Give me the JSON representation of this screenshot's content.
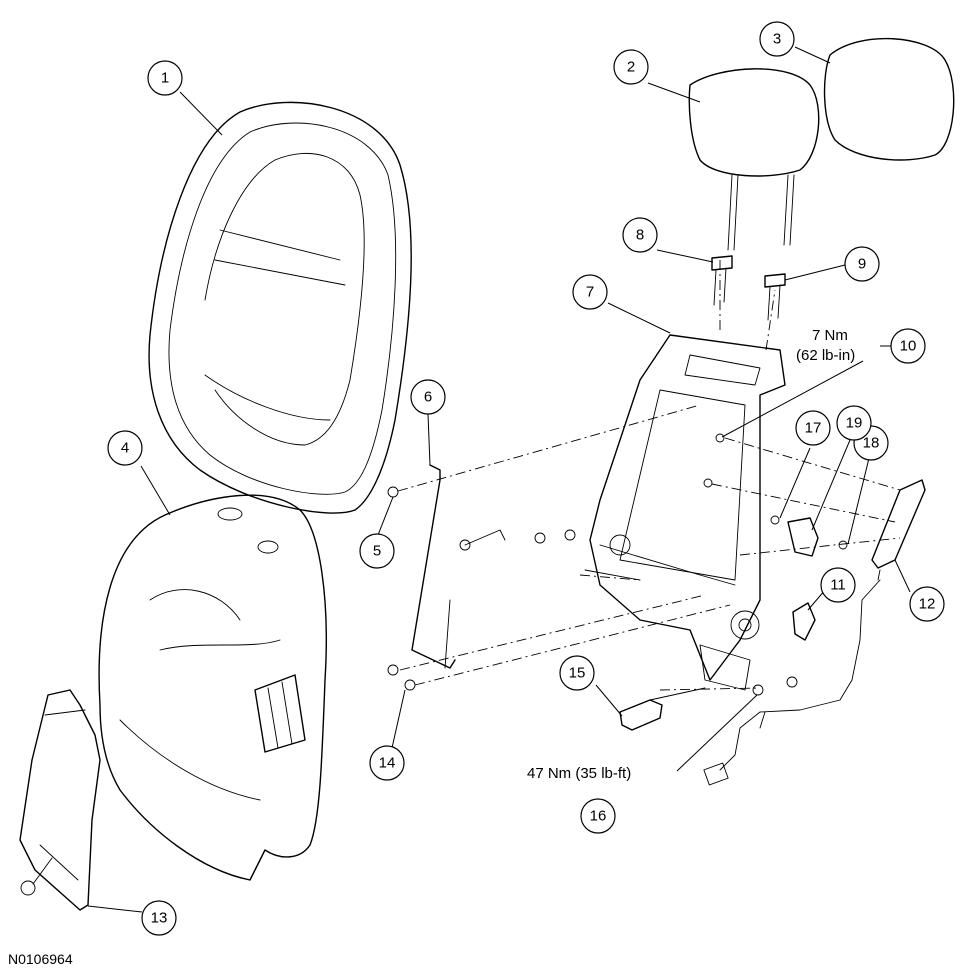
{
  "figure_id": "N0106964",
  "callouts": [
    {
      "num": "1"
    },
    {
      "num": "2"
    },
    {
      "num": "3"
    },
    {
      "num": "4"
    },
    {
      "num": "5"
    },
    {
      "num": "6"
    },
    {
      "num": "7"
    },
    {
      "num": "8"
    },
    {
      "num": "9"
    },
    {
      "num": "10"
    },
    {
      "num": "11"
    },
    {
      "num": "12"
    },
    {
      "num": "13"
    },
    {
      "num": "14"
    },
    {
      "num": "15"
    },
    {
      "num": "16"
    },
    {
      "num": "17"
    },
    {
      "num": "18"
    },
    {
      "num": "19"
    }
  ],
  "torque_specs": {
    "nm_10": "7 Nm",
    "inlb_10": "(62 lb-in)",
    "spec_16": "47 Nm (35 lb-ft)"
  }
}
